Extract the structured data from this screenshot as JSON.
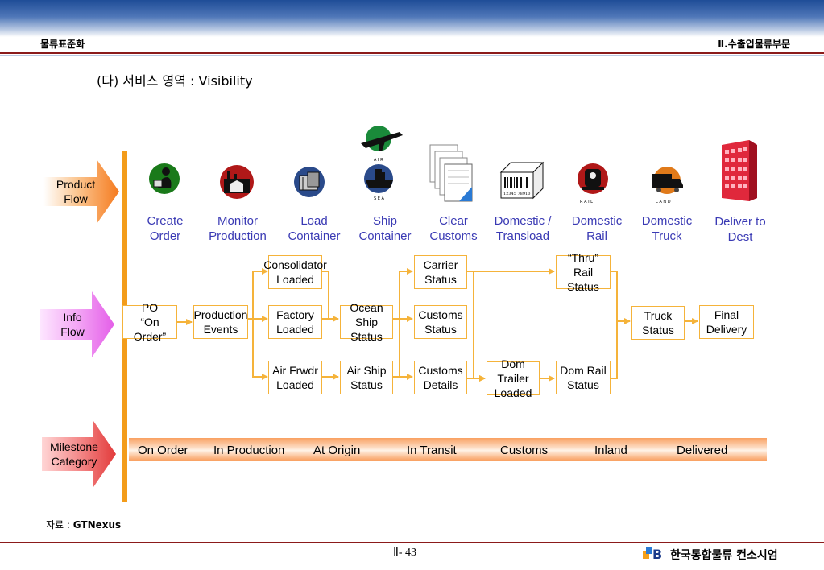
{
  "header": {
    "left_title": "물류표준화",
    "right_title": "Ⅱ.수출입물류부문"
  },
  "subtitle": "(다) 서비스 영역 : Visibility",
  "categories": {
    "product": "Product\nFlow",
    "info": "Info\nFlow",
    "milestone": "Milestone\nCategory"
  },
  "product_flow": [
    {
      "label": "Create\nOrder",
      "icon": "person-computer-icon"
    },
    {
      "label": "Monitor\nProduction",
      "icon": "factory-icon"
    },
    {
      "label": "Load\nContainer",
      "icon": "container-icon"
    },
    {
      "label": "Ship\nContainer",
      "icon": "ship-plane-icon"
    },
    {
      "label": "Clear\nCustoms",
      "icon": "documents-icon"
    },
    {
      "label": "Domestic /\nTransload",
      "icon": "barcode-box-icon"
    },
    {
      "label": "Domestic\nRail",
      "icon": "train-icon"
    },
    {
      "label": "Domestic\nTruck",
      "icon": "truck-icon"
    },
    {
      "label": "Deliver to\nDest",
      "icon": "building-icon"
    }
  ],
  "icon_labels": {
    "air": "A I R",
    "sea": "S E A",
    "rail": "R A I L",
    "land": "L A N D",
    "barcode": "12345 78910"
  },
  "info_flow": {
    "po": "PO\n“On Order”",
    "production_events": "Production\nEvents",
    "consolidator_loaded": "Consolidator\nLoaded",
    "factory_loaded": "Factory\nLoaded",
    "air_frwdr_loaded": "Air Frwdr\nLoaded",
    "ocean_ship_status": "Ocean Ship\nStatus",
    "air_ship_status": "Air Ship\nStatus",
    "carrier_status": "Carrier\nStatus",
    "customs_status": "Customs\nStatus",
    "customs_details": "Customs\nDetails",
    "dom_trailer_loaded": "Dom Trailer\nLoaded",
    "thru_rail_status": "“Thru” Rail\nStatus",
    "dom_rail_status": "Dom Rail\nStatus",
    "truck_status": "Truck\nStatus",
    "final_delivery": "Final\nDelivery"
  },
  "milestones": [
    "On Order",
    "In Production",
    "At Origin",
    "In Transit",
    "Customs",
    "Inland",
    "Delivered"
  ],
  "source": {
    "label": "자료 : ",
    "name": "GTNexus"
  },
  "footer": {
    "page": "Ⅱ- 43",
    "company": "한국통합물류 컨소시엄"
  },
  "colors": {
    "accent_orange": "#f39c1a",
    "box_border": "#f5b33a",
    "product_text": "#3a3ab4",
    "header_red": "#8b1a1a"
  }
}
